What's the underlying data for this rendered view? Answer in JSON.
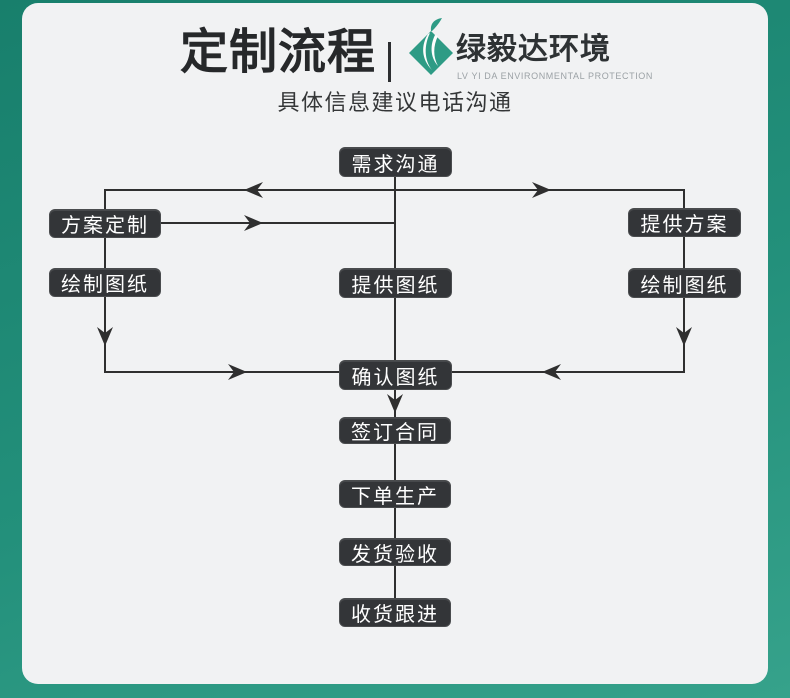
{
  "header": {
    "title": "定制流程",
    "brand_name": "绿毅达环境",
    "brand_tagline": "LV YI DA ENVIRONMENTAL PROTECTION",
    "contact_note": "具体信息建议电话沟通"
  },
  "colors": {
    "teal_dark": "#187f6c",
    "teal_light": "#36a28b",
    "card_bg": "#f1f2f3",
    "box_bg": "#333538",
    "line": "#2f2f2f",
    "logo_green": "#2e9b85",
    "text_dark": "#26282a",
    "text_muted": "#9ba1a5"
  },
  "flow": {
    "nodes": [
      {
        "label": "需求沟通"
      },
      {
        "label": "方案定制"
      },
      {
        "label": "提供方案"
      },
      {
        "label": "绘制图纸"
      },
      {
        "label": "提供图纸"
      },
      {
        "label": "绘制图纸"
      },
      {
        "label": "确认图纸"
      },
      {
        "label": "签订合同"
      },
      {
        "label": "下单生产"
      },
      {
        "label": "发货验收"
      },
      {
        "label": "收货跟进"
      }
    ]
  }
}
